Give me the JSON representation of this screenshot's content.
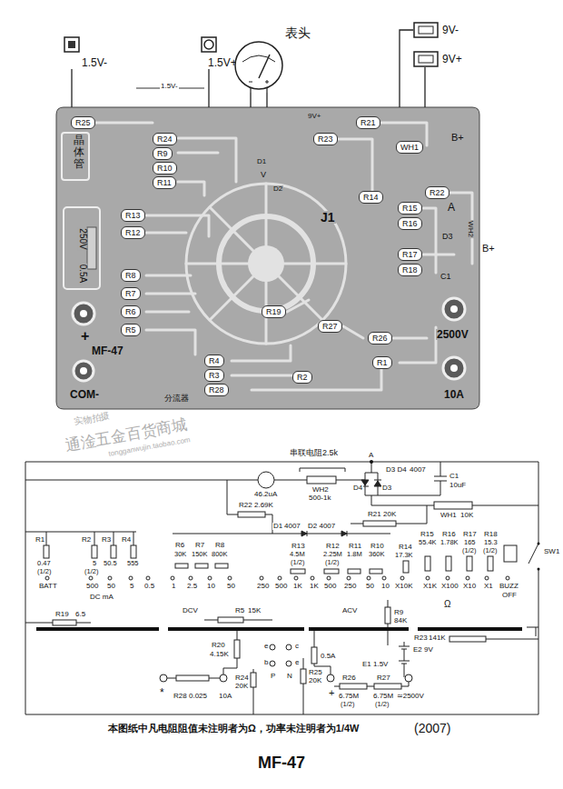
{
  "diagram": {
    "title": "MF-47",
    "caption": "本图纸中凡电阻阻值未注明者为Ω，功率未注明者为1/4W",
    "nodes": [
      {
        "text": [
          "1.5V-"
        ]
      },
      {
        "text": [
          "1.5V+"
        ]
      },
      {
        "text": [
          "表头"
        ]
      },
      {
        "text": [
          "9V-"
        ]
      },
      {
        "text": [
          "9V+"
        ]
      },
      {
        "text": [
          "MF-47"
        ]
      },
      {
        "text": [
          "R25"
        ],
        "in": 5
      },
      {
        "text": [
          "R24"
        ],
        "in": 5
      },
      {
        "text": [
          "R9"
        ],
        "in": 5
      },
      {
        "text": [
          "R10"
        ],
        "in": 5
      },
      {
        "text": [
          "R11"
        ],
        "in": 5
      },
      {
        "text": [
          "R21"
        ],
        "in": 5
      },
      {
        "text": [
          "R23"
        ],
        "in": 5
      },
      {
        "text": [
          "WH1"
        ],
        "in": 5
      },
      {
        "text": [
          "R22"
        ],
        "in": 5
      },
      {
        "text": [
          "R14"
        ],
        "in": 5
      },
      {
        "text": [
          "R15"
        ],
        "in": 5
      },
      {
        "text": [
          "R16"
        ],
        "in": 5
      },
      {
        "text": [
          "R13"
        ],
        "in": 5
      },
      {
        "text": [
          "R12"
        ],
        "in": 5
      },
      {
        "text": [
          "R17"
        ],
        "in": 5
      },
      {
        "text": [
          "R18"
        ],
        "in": 5
      },
      {
        "text": [
          "R8"
        ],
        "in": 5
      },
      {
        "text": [
          "R7"
        ],
        "in": 5
      },
      {
        "text": [
          "R6"
        ],
        "in": 5
      },
      {
        "text": [
          "R19"
        ],
        "in": 5
      },
      {
        "text": [
          "R27"
        ],
        "in": 5
      },
      {
        "text": [
          "R5"
        ],
        "in": 5
      },
      {
        "text": [
          "R26"
        ],
        "in": 5
      },
      {
        "text": [
          "R4"
        ],
        "in": 5
      },
      {
        "text": [
          "R1"
        ],
        "in": 5
      },
      {
        "text": [
          "R3"
        ],
        "in": 5
      },
      {
        "text": [
          "R2"
        ],
        "in": 5
      },
      {
        "text": [
          "R28"
        ],
        "in": 5
      }
    ],
    "edges": [
      {
        "from": 0,
        "to": 5,
        "arrow": "none"
      },
      {
        "from": 1,
        "to": 5,
        "arrow": "none"
      },
      {
        "from": 2,
        "to": 5,
        "arrow": "none"
      },
      {
        "from": 2,
        "to": 5,
        "arrow": "none"
      },
      {
        "from": 3,
        "to": 5,
        "arrow": "none"
      },
      {
        "from": 4,
        "to": 5,
        "arrow": "none"
      }
    ],
    "labels": [
      "1.5V-",
      "9V+",
      "B+",
      "晶体管",
      "250V",
      "0.5A",
      "+",
      "COM-",
      "分流器",
      "10A",
      "2500V",
      "A",
      "B+",
      "D3",
      "C1",
      "J1",
      "D1",
      "D2",
      "V",
      "WH2",
      "串联电阻2.5k",
      "A",
      "D3 D4",
      "4007",
      "WH2",
      "500-1k",
      "46.2uA",
      "D4",
      "D3",
      "C1",
      "10uF",
      "WH1",
      "10K",
      "R22",
      "2.69K",
      "R21",
      "20K",
      "D2 4007",
      "D1",
      "4007",
      "R6",
      "R7",
      "R8",
      "30K",
      "150K",
      "800K",
      "R13",
      "R12",
      "R11",
      "R10",
      "4.5M",
      "(1/2)",
      "2.25M",
      "(1/2)",
      "1.8M",
      "360K",
      "R14",
      "17.3K",
      "R15",
      "55.4K",
      "R16",
      "1.78K",
      "R17",
      "165",
      "(1/2)",
      "R18",
      "15.3",
      "(1/2)",
      "R1",
      "R2",
      "R3",
      "R4",
      "0.47",
      "(1/2)",
      "5",
      "(1/2)",
      "50.5",
      "555",
      "BATT",
      "500",
      "50",
      "5",
      "0.5",
      "1",
      "2.5",
      "10",
      "50",
      "250",
      "500",
      "1K",
      "1K",
      "500",
      "250",
      "50",
      "10",
      "X10K",
      "X1K",
      "X100",
      "X10",
      "X1",
      "BUZZ",
      "OFF",
      "DC mA",
      "DCV",
      "ACV",
      "Ω",
      "R19",
      "6.5",
      "R5",
      "15K",
      "R9",
      "84K",
      "R23",
      "141K",
      "R20",
      "4.15K",
      "e",
      "c",
      "b",
      "e",
      "0.5A",
      "E1",
      "1.5V",
      "E2",
      "9V",
      "SW1",
      "P",
      "N",
      "R24",
      "20K",
      "R25",
      "20K",
      "R26",
      "6.75M",
      "(1/2)",
      "R27",
      "6.75M",
      "(1/2)",
      "*",
      "R28",
      "0.025",
      "10A",
      "+",
      "≃2500V",
      "(2007)",
      "实物拍摄",
      "通淦五金百货商城",
      "tongganwujin.taobao.com"
    ]
  }
}
